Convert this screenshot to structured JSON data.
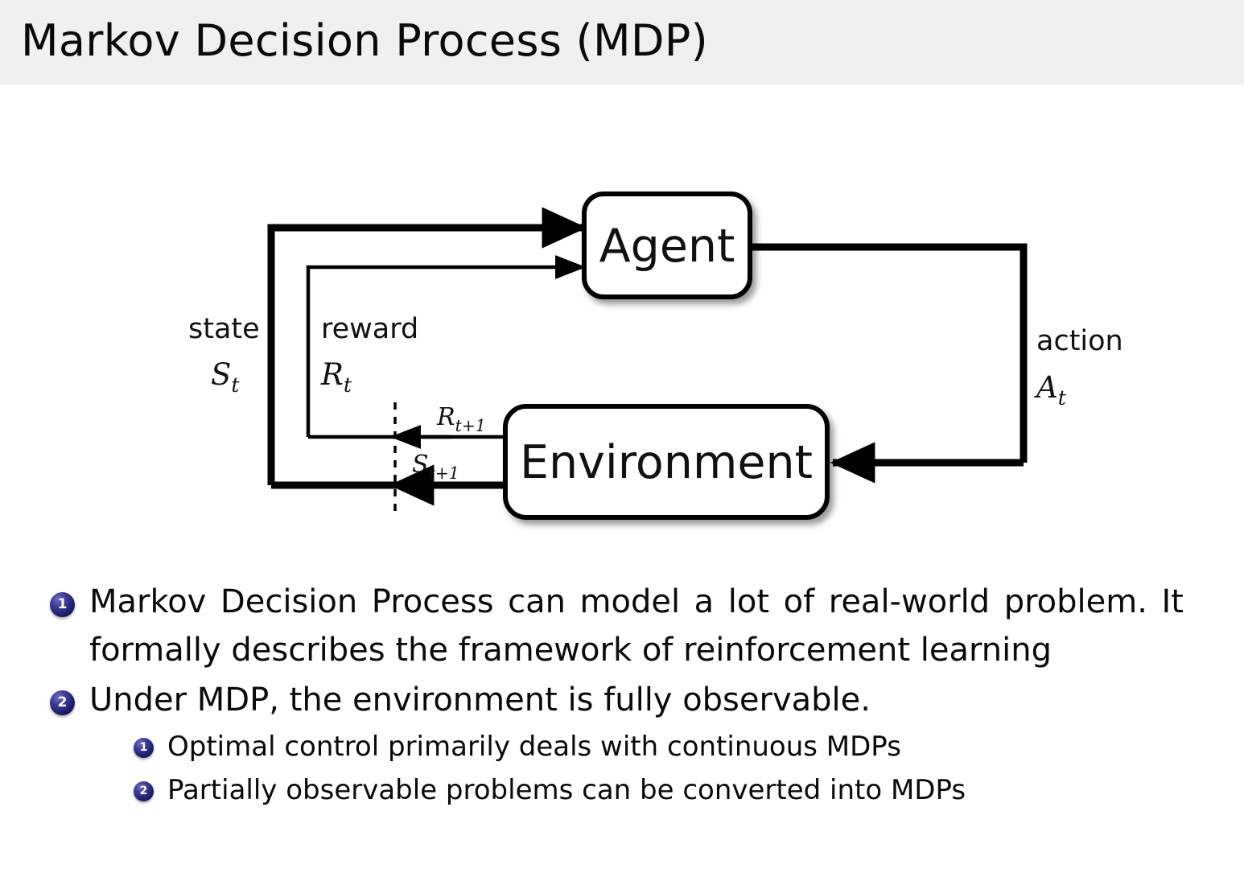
{
  "slide": {
    "title": "Markov Decision Process (MDP)",
    "header_bg": "#f0f0f0",
    "page_bg": "#ffffff",
    "bullet_accent": "#242475"
  },
  "diagram": {
    "name": "agent-environment-interaction-loop",
    "nodes": {
      "agent": "Agent",
      "environment": "Environment"
    },
    "labels": {
      "state_word": "state",
      "state_sym_base": "S",
      "state_sym_sub": "t",
      "reward_word": "reward",
      "reward_sym_base": "R",
      "reward_sym_sub": "t",
      "action_word": "action",
      "action_sym_base": "A",
      "action_sym_sub": "t",
      "reward_next_base": "R",
      "reward_next_sub": "t+1",
      "state_next_base": "S",
      "state_next_sub": "t+1"
    }
  },
  "bullets": [
    {
      "num": "1",
      "level": 1,
      "text": "Markov Decision Process can model a lot of real-world problem. It formally describes the framework of reinforcement learning"
    },
    {
      "num": "2",
      "level": 1,
      "text": "Under MDP, the environment is fully observable."
    },
    {
      "num": "1",
      "level": 2,
      "text": "Optimal control primarily deals with continuous MDPs"
    },
    {
      "num": "2",
      "level": 2,
      "text": "Partially observable problems can be converted into MDPs"
    }
  ]
}
